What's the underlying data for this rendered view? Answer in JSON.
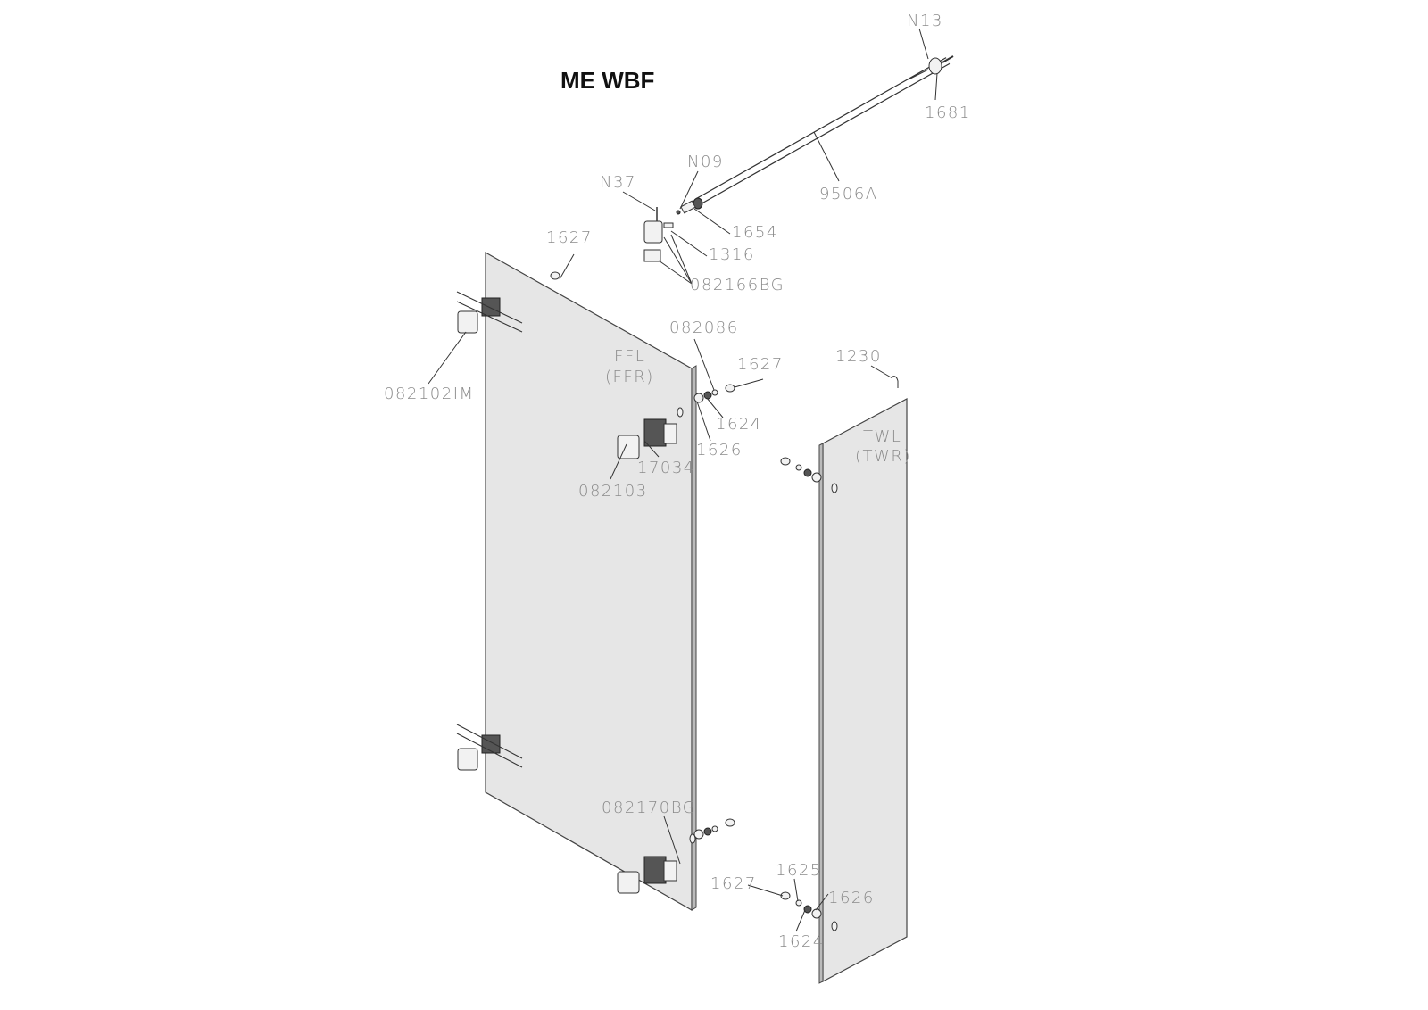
{
  "title": "ME WBF",
  "panels": {
    "door": [
      "FFL",
      "(FFR)"
    ],
    "wall": [
      "TWL",
      "(TWR)"
    ]
  },
  "labels": {
    "n13": "N13",
    "p1681": "1681",
    "p9506a": "9506A",
    "n09": "N09",
    "n37": "N37",
    "p1654": "1654",
    "p1316": "1316",
    "p082166bg": "082166BG",
    "p1627_top": "1627",
    "p082102im": "082102IM",
    "p082086": "082086",
    "p1627_mid": "1627",
    "p1624_mid": "1624",
    "p1626_mid": "1626",
    "p17034": "17034",
    "p082103": "082103",
    "p1230": "1230",
    "p082170bg": "082170BG",
    "p1627_bot": "1627",
    "p1625": "1625",
    "p1626_bot": "1626",
    "p1624_bot": "1624"
  }
}
